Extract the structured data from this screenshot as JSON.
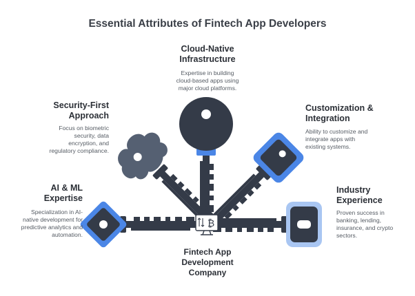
{
  "title": "Essential Attributes of Fintech App Developers",
  "center": {
    "label_lines": [
      "Fintech App",
      "Development",
      "Company"
    ],
    "icon": "monitor-bitcoin-icon"
  },
  "attributes": [
    {
      "heading_lines": [
        "Cloud-Native",
        "Infrastructure"
      ],
      "desc_lines": [
        "Expertise in building",
        "cloud-based apps using",
        "major cloud platforms."
      ],
      "key_icon": "round-key-icon"
    },
    {
      "heading_lines": [
        "Security-First",
        "Approach"
      ],
      "desc_lines": [
        "Focus on biometric",
        "security, data",
        "encryption, and",
        "regulatory compliance."
      ],
      "key_icon": "cloud-key-icon"
    },
    {
      "heading_lines": [
        "Customization &",
        "Integration"
      ],
      "desc_lines": [
        "Ability to customize and",
        "integrate apps with",
        "existing systems."
      ],
      "key_icon": "diamond-key-icon"
    },
    {
      "heading_lines": [
        "AI & ML",
        "Expertise"
      ],
      "desc_lines": [
        "Specialization in AI-",
        "native development for",
        "predictive analytics and",
        "automation."
      ],
      "key_icon": "square-key-icon"
    },
    {
      "heading_lines": [
        "Industry",
        "Experience"
      ],
      "desc_lines": [
        "Proven success in",
        "banking, lending,",
        "insurance, and crypto",
        "sectors."
      ],
      "key_icon": "rectangle-key-icon"
    }
  ],
  "colors": {
    "key_dark": "#343b48",
    "key_blue": "#4b86e6",
    "key_light_blue": "#a9c6f2",
    "key_head_alt": "#556072"
  }
}
